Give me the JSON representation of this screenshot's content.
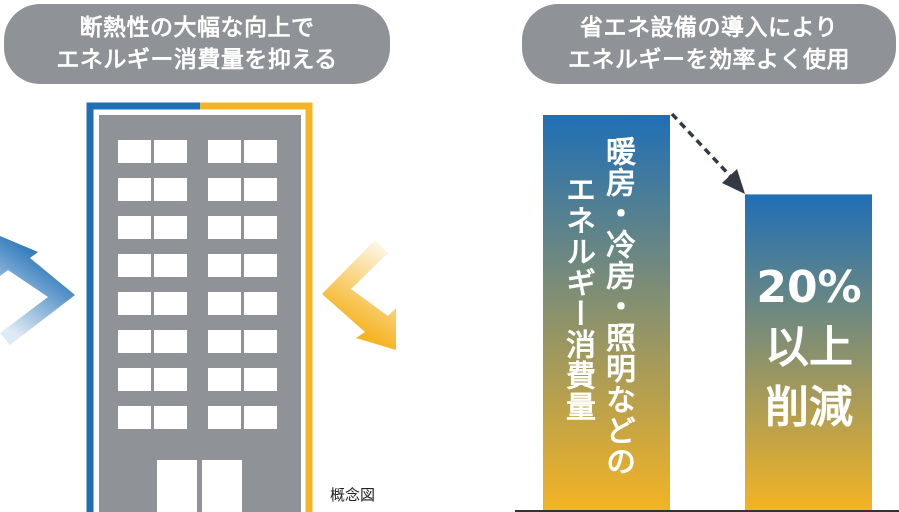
{
  "left_panel": {
    "title_line1": "断熱性の大幅な向上で",
    "title_line2": "エネルギー消費量を抑える",
    "caption": "概念図",
    "arrow_out_color": "#1f6fb6",
    "arrow_in_color": "#f5b423",
    "frame_left_color": "#1f6fb6",
    "frame_right_color": "#f5b423",
    "building_color": "#8f9296",
    "window_columns": 4,
    "window_rows": 8
  },
  "right_panel": {
    "title_line1": "省エネ設備の導入により",
    "title_line2": "エネルギーを効率よく使用",
    "bar_before_label_line1": "暖房・冷房・照明などの",
    "bar_before_label_line2": "エネルギー消費量",
    "bar_after_line1": "20%",
    "bar_after_line2": "以上",
    "bar_after_line3": "削減",
    "gradient_top": "#1f6fb6",
    "gradient_bottom": "#f5b423",
    "bar_before_value": 1.0,
    "bar_after_value": 0.8
  }
}
